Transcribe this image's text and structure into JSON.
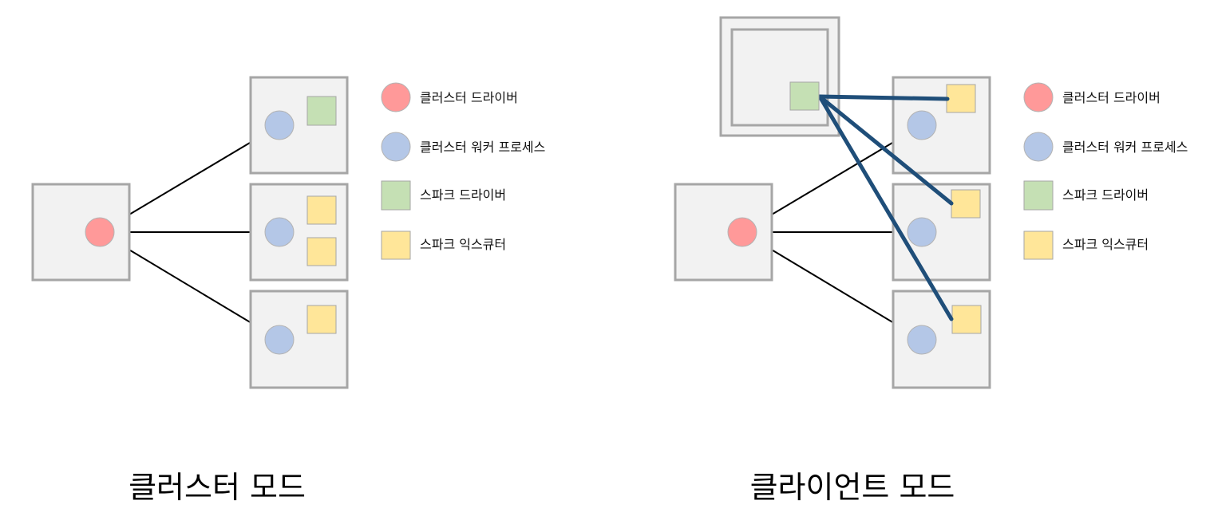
{
  "legend": {
    "cluster_driver": "클러스터 드라이버",
    "cluster_worker": "클러스터 워커 프로세스",
    "spark_driver": "스파크 드라이버",
    "spark_executor": "스파크 익스큐터"
  },
  "captions": {
    "cluster_mode": "클러스터 모드",
    "client_mode": "클라이언트 모드"
  },
  "colors": {
    "node_fill": "#f2f2f2",
    "node_stroke": "#a6a6a6",
    "cluster_driver": "#ff9999",
    "cluster_worker": "#b4c7e7",
    "spark_driver": "#c5e0b4",
    "spark_executor": "#ffe699",
    "link": "#1f4e79"
  }
}
